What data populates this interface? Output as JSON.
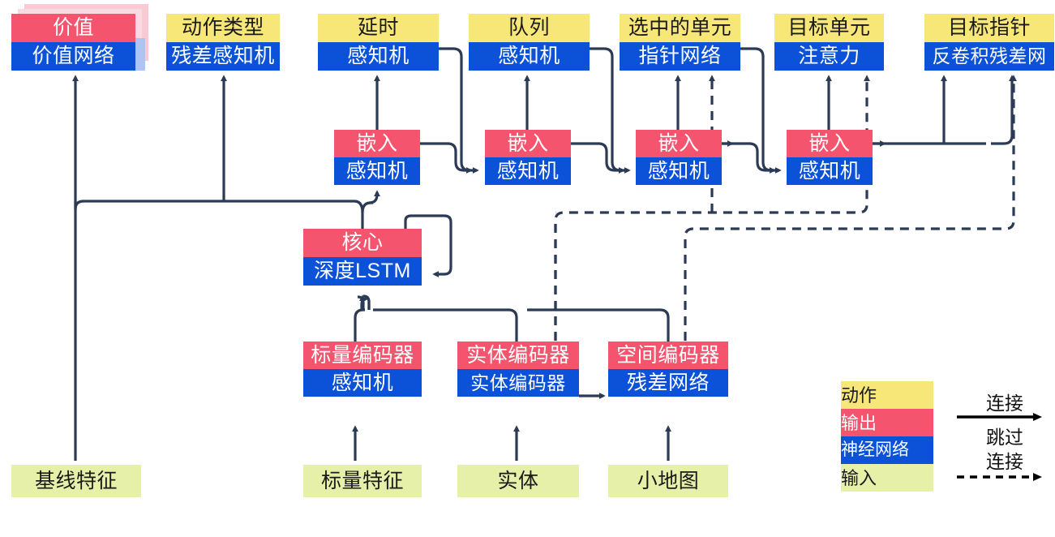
{
  "diagram": {
    "title": "AlphaStar-like network architecture diagram",
    "colors": {
      "action": "#f7e779",
      "output": "#f4546e",
      "neural_network": "#0b52d8",
      "input": "#e6f0a8",
      "wire": "#2b3a55"
    }
  },
  "nodes": {
    "value": {
      "top": "价值",
      "bottom": "价值网络"
    },
    "action_type": {
      "top": "动作类型",
      "bottom": "残差感知机"
    },
    "delay": {
      "top": "延时",
      "bottom": "感知机"
    },
    "queue": {
      "top": "队列",
      "bottom": "感知机"
    },
    "selected_units": {
      "top": "选中的单元",
      "bottom": "指针网络"
    },
    "target_unit": {
      "top": "目标单元",
      "bottom": "注意力"
    },
    "target_point": {
      "top": "目标指针",
      "bottom": "反卷积残差网"
    },
    "embed1": {
      "top": "嵌入",
      "bottom": "感知机"
    },
    "embed2": {
      "top": "嵌入",
      "bottom": "感知机"
    },
    "embed3": {
      "top": "嵌入",
      "bottom": "感知机"
    },
    "embed4": {
      "top": "嵌入",
      "bottom": "感知机"
    },
    "core": {
      "top": "核心",
      "bottom": "深度LSTM"
    },
    "scalar_encoder": {
      "top": "标量编码器",
      "bottom": "感知机"
    },
    "entity_encoder": {
      "top": "实体编码器",
      "bottom": "实体编码器"
    },
    "spatial_encoder": {
      "top": "空间编码器",
      "bottom": "残差网络"
    },
    "baseline_features": {
      "label": "基线特征"
    },
    "scalar_features": {
      "label": "标量特征"
    },
    "entities": {
      "label": "实体"
    },
    "minimap": {
      "label": "小地图"
    }
  },
  "legend": {
    "swatches": {
      "action": "动作",
      "output": "输出",
      "neural_network": "神经网络",
      "input": "输入"
    },
    "edges": {
      "connection": "连接",
      "skip_line1": "跳过",
      "skip_line2": "连接"
    }
  }
}
